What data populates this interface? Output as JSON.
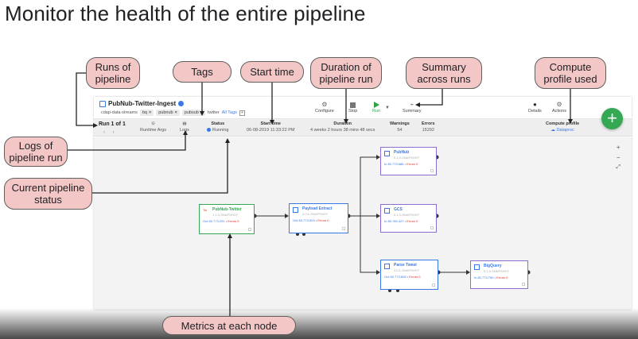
{
  "slide": {
    "title": "Monitor the health of the entire pipeline"
  },
  "callouts": {
    "runs": "Runs of pipeline",
    "tags": "Tags",
    "start": "Start time",
    "duration": "Duration of pipeline run",
    "summary": "Summary across runs",
    "compute": "Compute profile used",
    "logs": "Logs of pipeline run",
    "status": "Current pipeline status",
    "metrics": "Metrics at each node"
  },
  "pipeline": {
    "name": "PubNub-Twitter-Ingest",
    "namespace": "cdap-data-streams",
    "tags": [
      "bq",
      "pubnub",
      "pubsub"
    ],
    "tag_plain": "twitter",
    "all_tags": "All Tags"
  },
  "toolbar": {
    "configure": "Configure",
    "stop": "Stop",
    "run": "Run",
    "summary": "Summary",
    "details": "Details",
    "actions": "Actions"
  },
  "run": {
    "run_of": "Run 1 of 1",
    "runtime_args": "Runtime Args",
    "logs": "Logs",
    "status_h": "Status",
    "status": "Running",
    "start_h": "Start time",
    "start": "06-08-2019 11:33:22 PM",
    "duration_h": "Duration",
    "duration": "4 weeks 2 hours 38 mins 48 secs",
    "warnings_h": "Warnings",
    "warnings": "54",
    "errors_h": "Errors",
    "errors": "15292",
    "compute_h": "Compute profile",
    "compute": "Dataproc"
  },
  "nodes": {
    "twitter": {
      "name": "PubNub-Twitter",
      "version": "1.1.0-SNAPSHOT",
      "metrics": "Out 80,773,291 •",
      "errors": "Errors 0",
      "icon": "twitter-icon"
    },
    "payload": {
      "name": "Payload Extract",
      "version": "4.0.1-SNAPSHOT",
      "metrics": "Out 80,773,503 •",
      "errors": "Errors 0"
    },
    "pubnub": {
      "name": "PubNub",
      "version": "0.1.0-SNAPSHOT",
      "metrics": "In 80,773,686 •",
      "errors": "Errors 0"
    },
    "gcs": {
      "name": "GCS",
      "version": "0.1.0-SNAPSHOT",
      "metrics": "In 80,780,427 •",
      "errors": "Errors 0"
    },
    "parse": {
      "name": "Parse Tweet",
      "version": "4.0.1-SNAPSHOT",
      "metrics": "Out 80,773,608 •",
      "errors": "Errors 0"
    },
    "bigquery": {
      "name": "BigQuery",
      "version": "0.1.0-SNAPSHOT",
      "metrics": "In 80,773,760 •",
      "errors": "Errors 0"
    }
  },
  "icons": [
    "pipeline-icon",
    "info-icon",
    "configure-icon",
    "stop-icon",
    "run-icon",
    "chevron-down-icon",
    "summary-chart-icon",
    "details-icon",
    "actions-gear-icon",
    "runtime-args-icon",
    "logs-icon",
    "cloud-icon",
    "zoom-in-icon",
    "zoom-out-icon",
    "fit-icon",
    "add-icon"
  ],
  "colors": {
    "accent": "#3b78e7",
    "callout_fill": "#f4c7c7",
    "fab": "#34a853",
    "error": "#d93025",
    "sink": "#8a6fd1"
  }
}
